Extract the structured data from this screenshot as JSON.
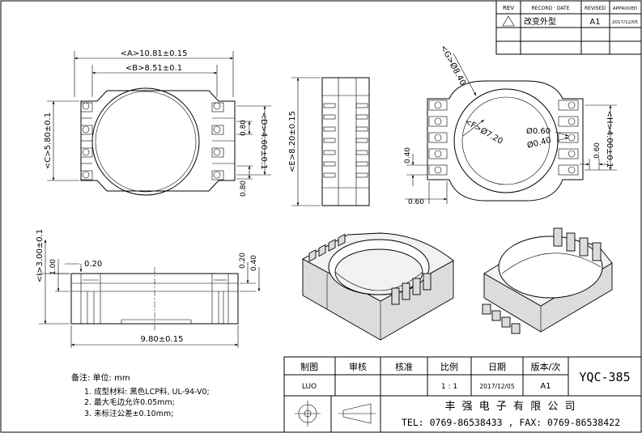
{
  "revision_table": {
    "headers": [
      "REV",
      "RECORD · DATE",
      "REVISED",
      "APPROVED"
    ],
    "row": {
      "record": "改变外型",
      "revised": "A1",
      "approved": "2017/12/05"
    }
  },
  "dimensions": {
    "A": "<A>10.81±0.15",
    "B": "<B>8.51±0.1",
    "C": "<C>5.80±0.1",
    "D": "<D>4.60±0.1",
    "pitch_1": "0.80",
    "pitch_2": "0.80",
    "E": "<E>8.20±0.15",
    "G": "<G>Ø8.40",
    "F": "<F>Ø7.20",
    "phi_060": "Ø0.60",
    "phi_040": "Ø0.40",
    "H": "<H>4.00±0.1",
    "side_060": "0.60",
    "left_040": "0.40",
    "bottom_060": "0.60",
    "I": "<I>3.00±0.1",
    "h_100": "1.00",
    "h_020": "0.20",
    "r_020": "0.20",
    "r_040": "0.40",
    "width": "9.80±0.15"
  },
  "notes": {
    "header": "备注: 单位: mm",
    "items": [
      "1. 成型材料: 黑色LCP料, UL-94-V0;",
      "2. 最大毛边允许0.05mm;",
      "3. 未标注公差±0.10mm;"
    ]
  },
  "title_block": {
    "headers": [
      "制图",
      "审核",
      "核准",
      "比例",
      "日期",
      "版本/次"
    ],
    "values": {
      "drawn": "LUO",
      "scale": "1 : 1",
      "date": "2017/12/05",
      "version": "A1"
    },
    "part_number": "YQC-385",
    "company": "丰 强 电 子 有 限 公 司",
    "contact": "TEL: 0769-86538433 , FAX: 0769-86538422"
  }
}
